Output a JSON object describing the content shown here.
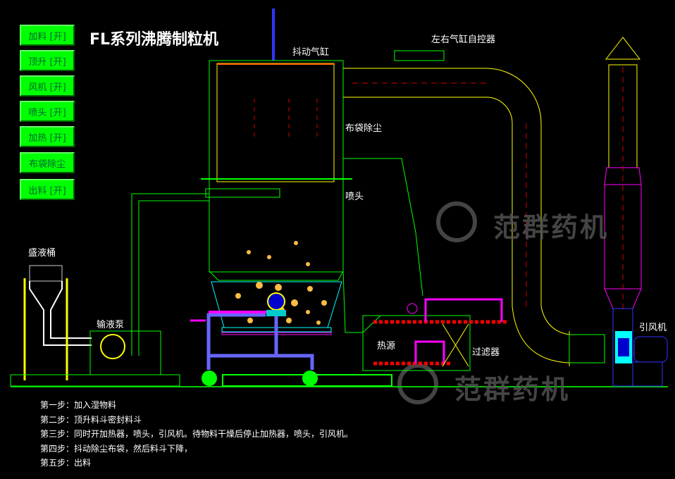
{
  "title": "FL系列沸腾制粒机",
  "buttons": [
    {
      "label": "加料 [开]"
    },
    {
      "label": "顶升 [开]"
    },
    {
      "label": "风机 [开]"
    },
    {
      "label": "喷头 [开]"
    },
    {
      "label": "加热 [开]"
    },
    {
      "label": "布袋除尘"
    },
    {
      "label": "出料 [开]"
    }
  ],
  "labels": {
    "shaker_cylinder": "抖动气缸",
    "lr_cylinder": "左右气缸自控器",
    "bag_dust": "布袋除尘",
    "nozzle": "喷头",
    "liquid_tank": "盛液桶",
    "pump": "输液泵",
    "heat_source": "热源",
    "filter": "过滤器",
    "fan": "引风机"
  },
  "watermark": "范群药机",
  "steps": [
    "第一步：加入湿物料",
    "第二步：顶升料斗密封料斗",
    "第三步：同时开加热器，喷头，引风机。待物料干燥后停止加热器，喷头，引风机。",
    "第四步：抖动除尘布袋，然后料斗下降，",
    "第五步：出料"
  ],
  "colors": {
    "button": "#00ff00",
    "frame": "#00ff00",
    "duct": "#ffff00",
    "pipe": "#ff00ff",
    "background": "#000000"
  }
}
